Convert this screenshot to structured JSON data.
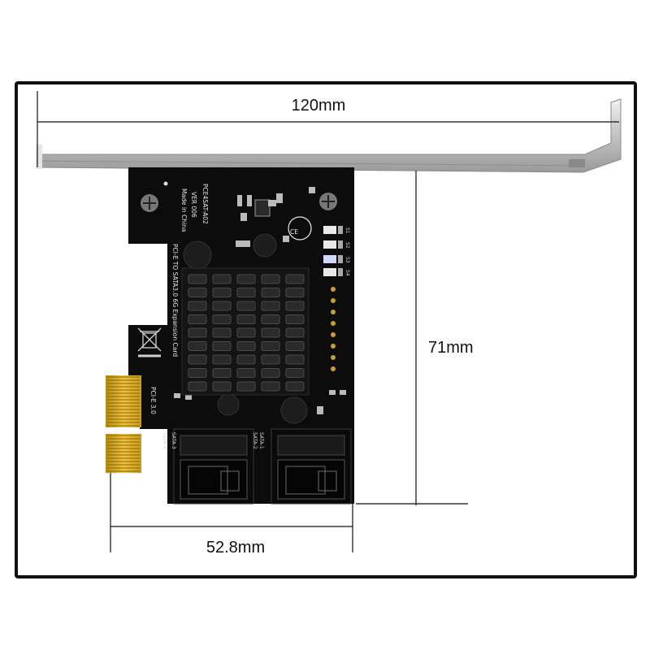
{
  "dimensions": {
    "width": "120mm",
    "height": "71mm",
    "connector_width": "52.8mm"
  },
  "board": {
    "model": "PCE4SAT-A02",
    "version": "VER 006",
    "origin": "Made in China",
    "description": "PCI-E TO SATA3.0 6G Expansion Card",
    "bus": "PCI-E 3.0",
    "ports": [
      "SATA-1",
      "SATA-2",
      "SATA-3",
      "SATA-4"
    ],
    "ce_mark": "CE",
    "led_labels": [
      "S1",
      "S2",
      "S3",
      "S4"
    ]
  },
  "colors": {
    "pcb": "#0c0c0c",
    "gold_fingers": "#e0b21e",
    "bracket": "#b9b9b9",
    "frame": "#111111"
  }
}
